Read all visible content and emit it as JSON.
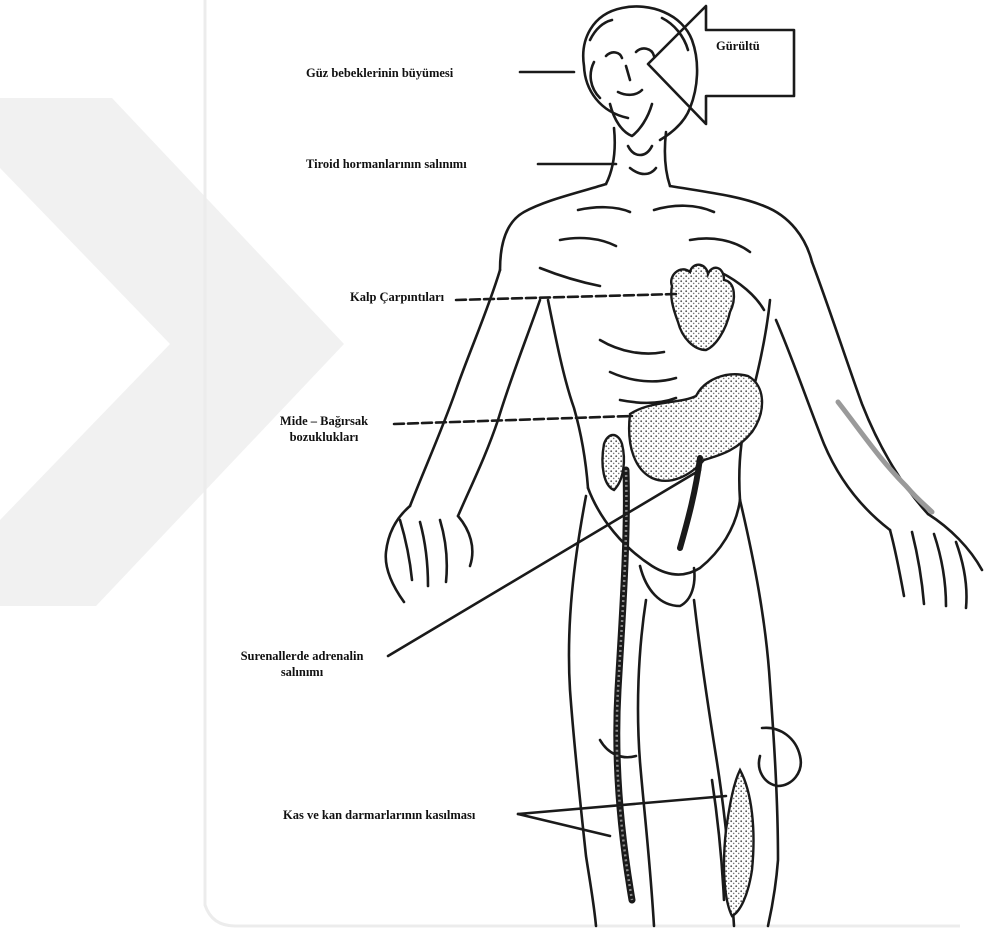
{
  "labels": {
    "noise": "Gürültü",
    "pupils": "Güz bebeklerinin büyümesi",
    "thyroid": "Tiroid hormanlarının salınımı",
    "heart": "Kalp Çarpıntıları",
    "gut_line1": "Mide – Bağırsak",
    "gut_line2": "bozuklukları",
    "adrenal_line1": "Surenallerde adrenalin",
    "adrenal_line2": "salınımı",
    "muscle": "Kas ve kan darmarlarının kasılması"
  },
  "colors": {
    "ink": "#1a1a1a",
    "watermark": "#f1f1f1",
    "organ_fill": "#9a9a9a"
  }
}
